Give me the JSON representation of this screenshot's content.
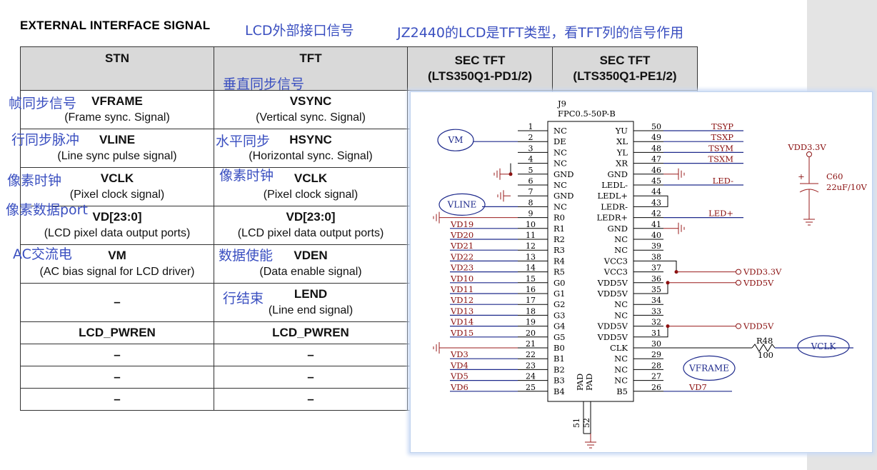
{
  "doc_title": "EXTERNAL INTERFACE SIGNAL",
  "notes": {
    "lcd_ext": "LCD外部接口信号",
    "jz": "JZ2440的LCD是TFT类型，看TFT列的信号作用",
    "vsync_cn": "垂直同步信号",
    "vframe_cn": "帧同步信号",
    "vline_cn": "行同步脉冲",
    "hsync_cn": "水平同步",
    "vclk_stn_cn": "像素时钟",
    "vclk_tft_cn": "像素时钟",
    "vd_cn": "像素数据port",
    "vm_cn": "AC交流电",
    "vden_cn": "数据使能",
    "lend_cn": "行结束"
  },
  "table": {
    "headers": [
      "STN",
      "TFT",
      "SEC TFT\n(LTS350Q1-PD1/2)",
      "SEC TFT\n(LTS350Q1-PE1/2)"
    ],
    "rows": [
      {
        "stn_sig": "VFRAME",
        "stn_desc": "(Frame sync. Signal)",
        "tft_sig": "VSYNC",
        "tft_desc": "(Vertical sync. Signal)"
      },
      {
        "stn_sig": "VLINE",
        "stn_desc": "(Line sync pulse signal)",
        "tft_sig": "HSYNC",
        "tft_desc": "(Horizontal sync. Signal)"
      },
      {
        "stn_sig": "VCLK",
        "stn_desc": "(Pixel clock signal)",
        "tft_sig": "VCLK",
        "tft_desc": "(Pixel clock signal)"
      },
      {
        "stn_sig": "VD[23:0]",
        "stn_desc": "(LCD pixel data output ports)",
        "tft_sig": "VD[23:0]",
        "tft_desc": "(LCD pixel data output ports)"
      },
      {
        "stn_sig": "VM",
        "stn_desc": "(AC bias signal for LCD driver)",
        "tft_sig": "VDEN",
        "tft_desc": "(Data enable signal)"
      },
      {
        "stn_sig": "–",
        "stn_desc": "",
        "tft_sig": "LEND",
        "tft_desc": "(Line end signal)"
      },
      {
        "stn_sig": "LCD_PWREN",
        "stn_desc": "",
        "tft_sig": "LCD_PWREN",
        "tft_desc": ""
      },
      {
        "stn_sig": "–",
        "stn_desc": "",
        "tft_sig": "–",
        "tft_desc": ""
      },
      {
        "stn_sig": "–",
        "stn_desc": "",
        "tft_sig": "–",
        "tft_desc": ""
      },
      {
        "stn_sig": "–",
        "stn_desc": "",
        "tft_sig": "–",
        "tft_desc": ""
      }
    ]
  },
  "schematic": {
    "ref": "J9",
    "part": "FPC0.5-50P-B",
    "left_pins": [
      {
        "n": "1",
        "name": "NC",
        "net": ""
      },
      {
        "n": "2",
        "name": "DE",
        "net": "VM"
      },
      {
        "n": "3",
        "name": "NC",
        "net": ""
      },
      {
        "n": "4",
        "name": "NC",
        "net": ""
      },
      {
        "n": "5",
        "name": "GND",
        "net": ""
      },
      {
        "n": "6",
        "name": "NC",
        "net": ""
      },
      {
        "n": "7",
        "name": "GND",
        "net": ""
      },
      {
        "n": "8",
        "name": "NC",
        "net": "VLINE"
      },
      {
        "n": "9",
        "name": "R0",
        "net": ""
      },
      {
        "n": "10",
        "name": "R1",
        "net": "VD19"
      },
      {
        "n": "11",
        "name": "R2",
        "net": "VD20"
      },
      {
        "n": "12",
        "name": "R3",
        "net": "VD21"
      },
      {
        "n": "13",
        "name": "R4",
        "net": "VD22"
      },
      {
        "n": "14",
        "name": "R5",
        "net": "VD23"
      },
      {
        "n": "15",
        "name": "G0",
        "net": "VD10"
      },
      {
        "n": "16",
        "name": "G1",
        "net": "VD11"
      },
      {
        "n": "17",
        "name": "G2",
        "net": "VD12"
      },
      {
        "n": "18",
        "name": "G3",
        "net": "VD13"
      },
      {
        "n": "19",
        "name": "G4",
        "net": "VD14"
      },
      {
        "n": "20",
        "name": "G5",
        "net": "VD15"
      },
      {
        "n": "21",
        "name": "B0",
        "net": ""
      },
      {
        "n": "22",
        "name": "B1",
        "net": "VD3"
      },
      {
        "n": "23",
        "name": "B2",
        "net": "VD4"
      },
      {
        "n": "24",
        "name": "B3",
        "net": "VD5"
      },
      {
        "n": "25",
        "name": "B4",
        "net": "VD6"
      }
    ],
    "right_pins": [
      {
        "n": "50",
        "name": "YU",
        "net": "TSYP"
      },
      {
        "n": "49",
        "name": "XL",
        "net": "TSXP"
      },
      {
        "n": "48",
        "name": "YL",
        "net": "TSYM"
      },
      {
        "n": "47",
        "name": "XR",
        "net": "TSXM"
      },
      {
        "n": "46",
        "name": "GND",
        "net": ""
      },
      {
        "n": "45",
        "name": "LEDL-",
        "net": "LED-"
      },
      {
        "n": "44",
        "name": "LEDL+",
        "net": ""
      },
      {
        "n": "43",
        "name": "LEDR-",
        "net": ""
      },
      {
        "n": "42",
        "name": "LEDR+",
        "net": "LED+"
      },
      {
        "n": "41",
        "name": "GND",
        "net": ""
      },
      {
        "n": "40",
        "name": "NC",
        "net": ""
      },
      {
        "n": "39",
        "name": "NC",
        "net": ""
      },
      {
        "n": "38",
        "name": "VCC3",
        "net": ""
      },
      {
        "n": "37",
        "name": "VCC3",
        "net": ""
      },
      {
        "n": "36",
        "name": "VDD5V",
        "net": ""
      },
      {
        "n": "35",
        "name": "VDD5V",
        "net": ""
      },
      {
        "n": "34",
        "name": "NC",
        "net": ""
      },
      {
        "n": "33",
        "name": "NC",
        "net": ""
      },
      {
        "n": "32",
        "name": "VDD5V",
        "net": ""
      },
      {
        "n": "31",
        "name": "VDD5V",
        "net": ""
      },
      {
        "n": "30",
        "name": "CLK",
        "net": ""
      },
      {
        "n": "29",
        "name": "NC",
        "net": ""
      },
      {
        "n": "28",
        "name": "NC",
        "net": ""
      },
      {
        "n": "27",
        "name": "NC",
        "net": ""
      },
      {
        "n": "26",
        "name": "B5",
        "net": "VD7"
      }
    ],
    "pad_label": "PAD",
    "pad_pins": [
      "51",
      "52"
    ],
    "power": {
      "vdd33": "VDD3.3V",
      "vdd5": "VDD5V"
    },
    "r48": {
      "ref": "R48",
      "value": "100"
    },
    "c60": {
      "ref": "C60",
      "value": "22uF/10V",
      "plus": "+"
    },
    "circled": {
      "vm": "VM",
      "vline": "VLINE",
      "vclk": "VCLK",
      "vframe": "VFRAME"
    }
  },
  "colors": {
    "annotation_blue": "#3a4fc0",
    "net_red": "#8a1010",
    "wire_blue": "#1e2a8c"
  }
}
